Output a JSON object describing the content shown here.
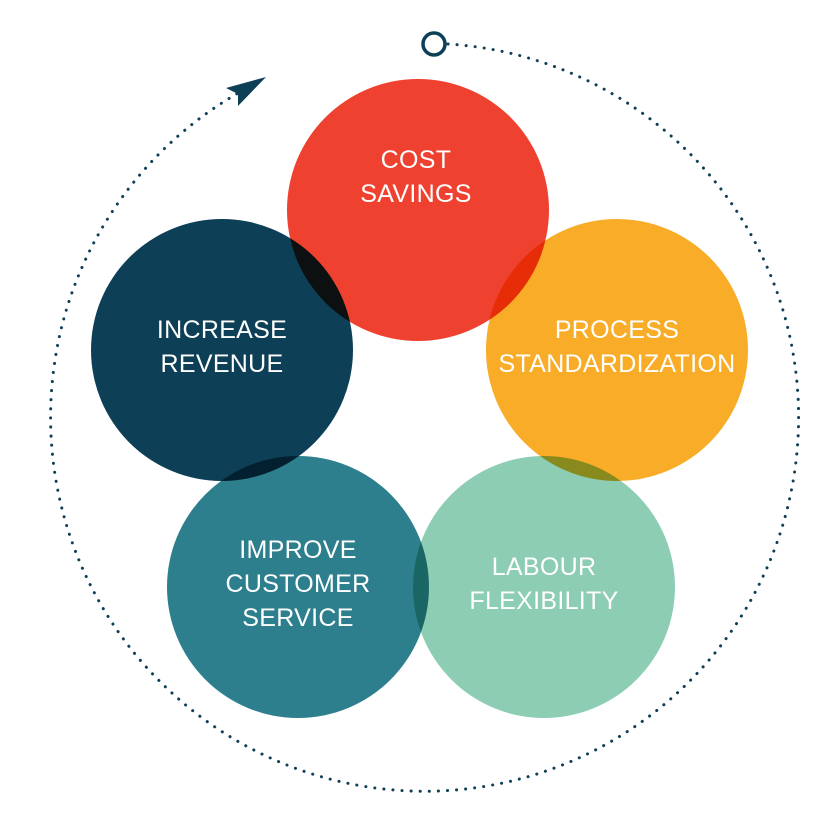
{
  "circles": [
    {
      "id": "cost-savings",
      "lines": [
        "COST",
        "SAVINGS"
      ],
      "color": "#ee4130"
    },
    {
      "id": "process-standardization",
      "lines": [
        "PROCESS",
        "STANDARDIZATION"
      ],
      "color": "#f8ac28"
    },
    {
      "id": "labour-flexibility",
      "lines": [
        "LABOUR",
        "FLEXIBILITY"
      ],
      "color": "#8dcdb4"
    },
    {
      "id": "improve-customer-service",
      "lines": [
        "IMPROVE",
        "CUSTOMER",
        "SERVICE"
      ],
      "color": "#2e7f8e"
    },
    {
      "id": "increase-revenue",
      "lines": [
        "INCREASE",
        "REVENUE"
      ],
      "color": "#0d3f56"
    }
  ],
  "cycle_ring_color": "#0d3f56",
  "icons": [
    "start-circle-icon",
    "arrowhead-icon"
  ]
}
